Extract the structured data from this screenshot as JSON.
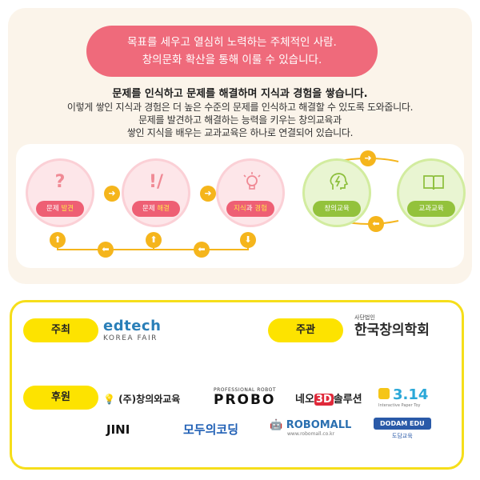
{
  "intro": {
    "banner_line1": "목표를 세우고 열심히 노력하는 주체적인 사람.",
    "banner_line2": "창의문화 확산을 통해 이룰 수 있습니다.",
    "headline": "문제를 인식하고 문제를 해결하며 지식과 경험을 쌓습니다.",
    "desc_line1": "이렇게 쌓인 지식과 경험은 더 높은 수준의 문제를 인식하고 해결할 수 있도록 도와줍니다.",
    "desc_line2": "문제를 발견하고 해결하는 능력을 키우는 창의교육과",
    "desc_line3": "쌓인 지식을 배우는 교과교육은 하나로 연결되어 있습니다."
  },
  "cycle": {
    "steps": [
      {
        "icon": "question-icon",
        "label_a": "문제 ",
        "label_b": "발견"
      },
      {
        "icon": "exclamation-icon",
        "label_a": "문제 ",
        "label_b": "해결"
      },
      {
        "icon": "lightbulb-icon",
        "label_a": "지식",
        "label_mid": "과 ",
        "label_b": "경험"
      }
    ],
    "pair": [
      {
        "icon": "head-lightning-icon",
        "label": "창의교육"
      },
      {
        "icon": "book-icon",
        "label": "교과교육"
      }
    ]
  },
  "organizers": {
    "host_label": "주최",
    "organizer_label": "주관",
    "sponsor_label": "후원",
    "host_logo": {
      "main": "edtech",
      "sub": "KOREA FAIR"
    },
    "organizer_logo": {
      "small": "사단법인",
      "main": "한국창의학회"
    },
    "sponsors": [
      {
        "name": "(주)창의와교육"
      },
      {
        "top": "PROFESSIONAL ROBOT",
        "name": "PROBO"
      },
      {
        "name_a": "네오",
        "name_b": "3D",
        "name_c": "솔루션"
      },
      {
        "name": "3.14",
        "sub": "Interactive Paper Toy"
      },
      {
        "name": "JINI"
      },
      {
        "name": "모두의코딩"
      },
      {
        "name": "ROBOMALL",
        "sub": "www.robomall.co.kr"
      },
      {
        "name": "DODAM EDU",
        "sub": "도담교육"
      }
    ]
  },
  "colors": {
    "banner": "#ef6a7b",
    "accent_yellow": "#fde300",
    "cycle_arrow": "#f5b51c",
    "pink_tag": "#ee5f74",
    "green_tag": "#93c23c"
  }
}
